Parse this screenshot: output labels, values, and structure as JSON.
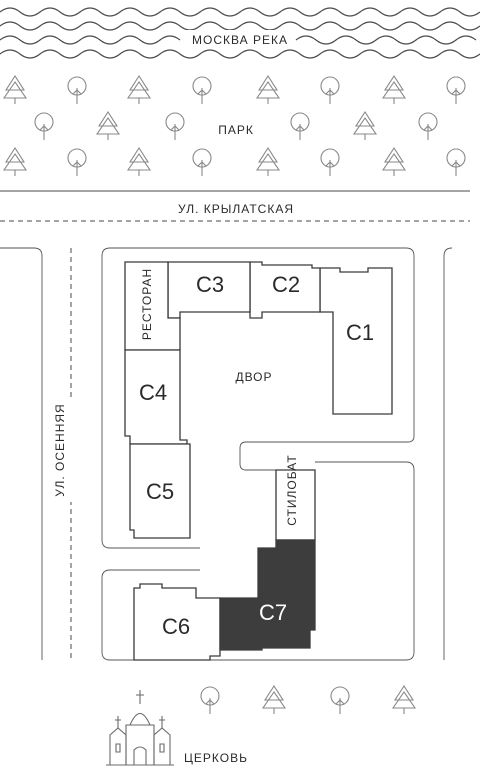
{
  "labels": {
    "river": "МОСКВА РЕКА",
    "park": "ПАРК",
    "street_top": "УЛ. КРЫЛАТСКАЯ",
    "street_left": "УЛ. ОСЕННЯЯ",
    "courtyard": "ДВОР",
    "restaurant": "РЕСТОРАН",
    "stylobate": "СТИЛОБАТ",
    "church": "ЦЕРКОВЬ"
  },
  "buildings": {
    "c1": "С1",
    "c2": "С2",
    "c3": "С3",
    "c4": "С4",
    "c5": "С5",
    "c6": "С6",
    "c7": "С7"
  },
  "highlighted_building": "С7",
  "colors": {
    "highlight": "#3d3d3d",
    "highlight_text": "#ffffff",
    "line": "#4a4a4a",
    "tree": "#888888"
  },
  "icons": {
    "tree_deciduous": "round-tree-icon",
    "tree_conifer": "fir-tree-icon",
    "church": "church-icon"
  }
}
